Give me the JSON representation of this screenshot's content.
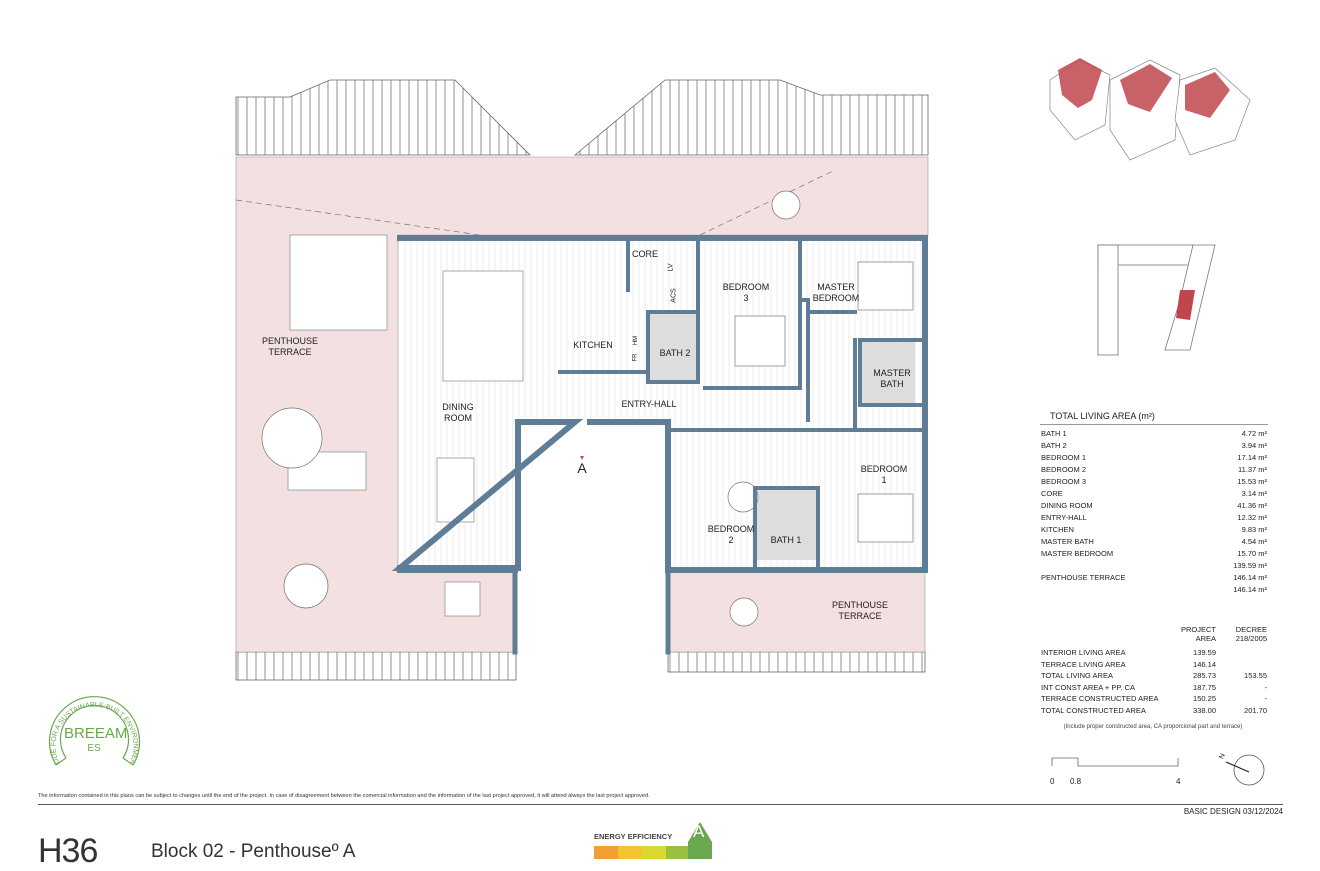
{
  "plan": {
    "rooms": {
      "penthouse_terrace_left": "PENTHOUSE\nTERRACE",
      "dining_room": "DINING\nROOM",
      "kitchen": "KITCHEN",
      "core": "CORE",
      "acs": "ACS",
      "lv": "LV",
      "fr": "FR",
      "hm": "HM",
      "bath_2": "BATH 2",
      "bedroom_3": "BEDROOM\n3",
      "master_bedroom": "MASTER\nBEDROOM",
      "master_bath": "MASTER\nBATH",
      "entry_hall": "ENTRY-HALL",
      "bedroom_1": "BEDROOM\n1",
      "bedroom_2": "BEDROOM\n2",
      "bath_1": "BATH 1",
      "penthouse_terrace_right": "PENTHOUSE\nTERRACE"
    },
    "entry_marker": "A",
    "colors": {
      "wall": "#5f7d96",
      "terrace": "#f3e0e0",
      "highlight": "#c0454e"
    }
  },
  "area_table": {
    "title": "TOTAL LIVING AREA (m²)",
    "rows": [
      {
        "name": "BATH 1",
        "value": "4.72 m²"
      },
      {
        "name": "BATH 2",
        "value": "3.94 m²"
      },
      {
        "name": "BEDROOM 1",
        "value": "17.14 m²"
      },
      {
        "name": "BEDROOM 2",
        "value": "11.37 m²"
      },
      {
        "name": "BEDROOM 3",
        "value": "15.53 m²"
      },
      {
        "name": "CORE",
        "value": "3.14 m²"
      },
      {
        "name": "DINING ROOM",
        "value": "41.36 m²"
      },
      {
        "name": "ENTRY-HALL",
        "value": "12.32 m²"
      },
      {
        "name": "KITCHEN",
        "value": "9.83 m²"
      },
      {
        "name": "MASTER BATH",
        "value": "4.54 m²"
      },
      {
        "name": "MASTER BEDROOM",
        "value": "15.70 m²"
      },
      {
        "name": "",
        "value": "139.59 m²"
      },
      {
        "name": "PENTHOUSE TERRACE",
        "value": "146.14 m²"
      },
      {
        "name": "",
        "value": "146.14 m²"
      }
    ]
  },
  "summary": {
    "headers": [
      "",
      "PROJECT\nAREA",
      "DECREE\n218/2005"
    ],
    "rows": [
      [
        "INTERIOR LIVING AREA",
        "139.59",
        ""
      ],
      [
        "TERRACE LIVING AREA",
        "146.14",
        ""
      ],
      [
        "TOTAL LIVING AREA",
        "285.73",
        "153.55"
      ],
      [
        "INT CONST AREA + PP. CA",
        "187.75",
        "-"
      ],
      [
        "TERRACE CONSTRUCTED AREA",
        "150.25",
        "-"
      ],
      [
        "TOTAL CONSTRUCTED AREA",
        "338.00",
        "201.70"
      ]
    ],
    "note": "(Include proper constructed area, CA proporcional part and terrace)"
  },
  "scale_bar": {
    "ticks": [
      "0",
      "0.8",
      "4"
    ]
  },
  "north_arrow": {
    "label": "N"
  },
  "footer": {
    "disclaimer": "The information contained in this plans can be subject to changes until the end of the project. In case of disagreement between the comercial information and the information of the last project approved, it will attend always the last project approved.",
    "basic_design": "BASIC DESIGN 03/12/2024",
    "code": "H36",
    "block": "Block 02 -  Penthouseº A",
    "energy_label": "ENERGY EFFICIENCY",
    "energy_grade": "A"
  },
  "breeam": {
    "ring_text": "CODE FOR A SUSTAINABLE BUILT ENVIRONMENT",
    "name": "BREEAM",
    "sub": "ES"
  }
}
